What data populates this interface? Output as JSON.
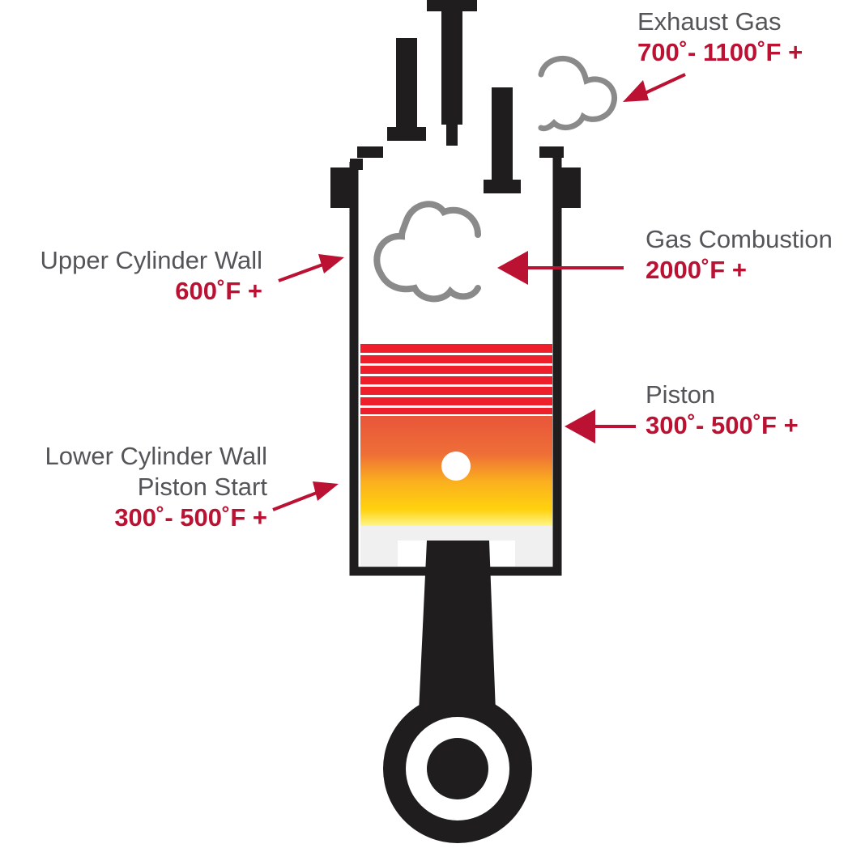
{
  "colors": {
    "text": "#555559",
    "temp": "#bb1133",
    "arrow": "#bb1133",
    "engine": "#1f1d1d",
    "cloud": "#8a8a8a",
    "ring": "#ee1f2b",
    "piston_hot": "#e7613c",
    "piston_warm": "#ffc20e",
    "piston_cool": "#fff47a",
    "skirt": "#f0f0f0"
  },
  "labels": {
    "exhaust": {
      "name": "Exhaust Gas",
      "temp": "700˚- 1100˚F +"
    },
    "upper": {
      "name": "Upper Cylinder Wall",
      "temp": "600˚F +"
    },
    "combustion": {
      "name": "Gas Combustion",
      "temp": "2000˚F +"
    },
    "piston": {
      "name": "Piston",
      "temp": "300˚- 500˚F +"
    },
    "lower": {
      "name_1": "Lower Cylinder Wall",
      "name_2": "Piston Start",
      "temp": "300˚- 500˚F +"
    }
  }
}
